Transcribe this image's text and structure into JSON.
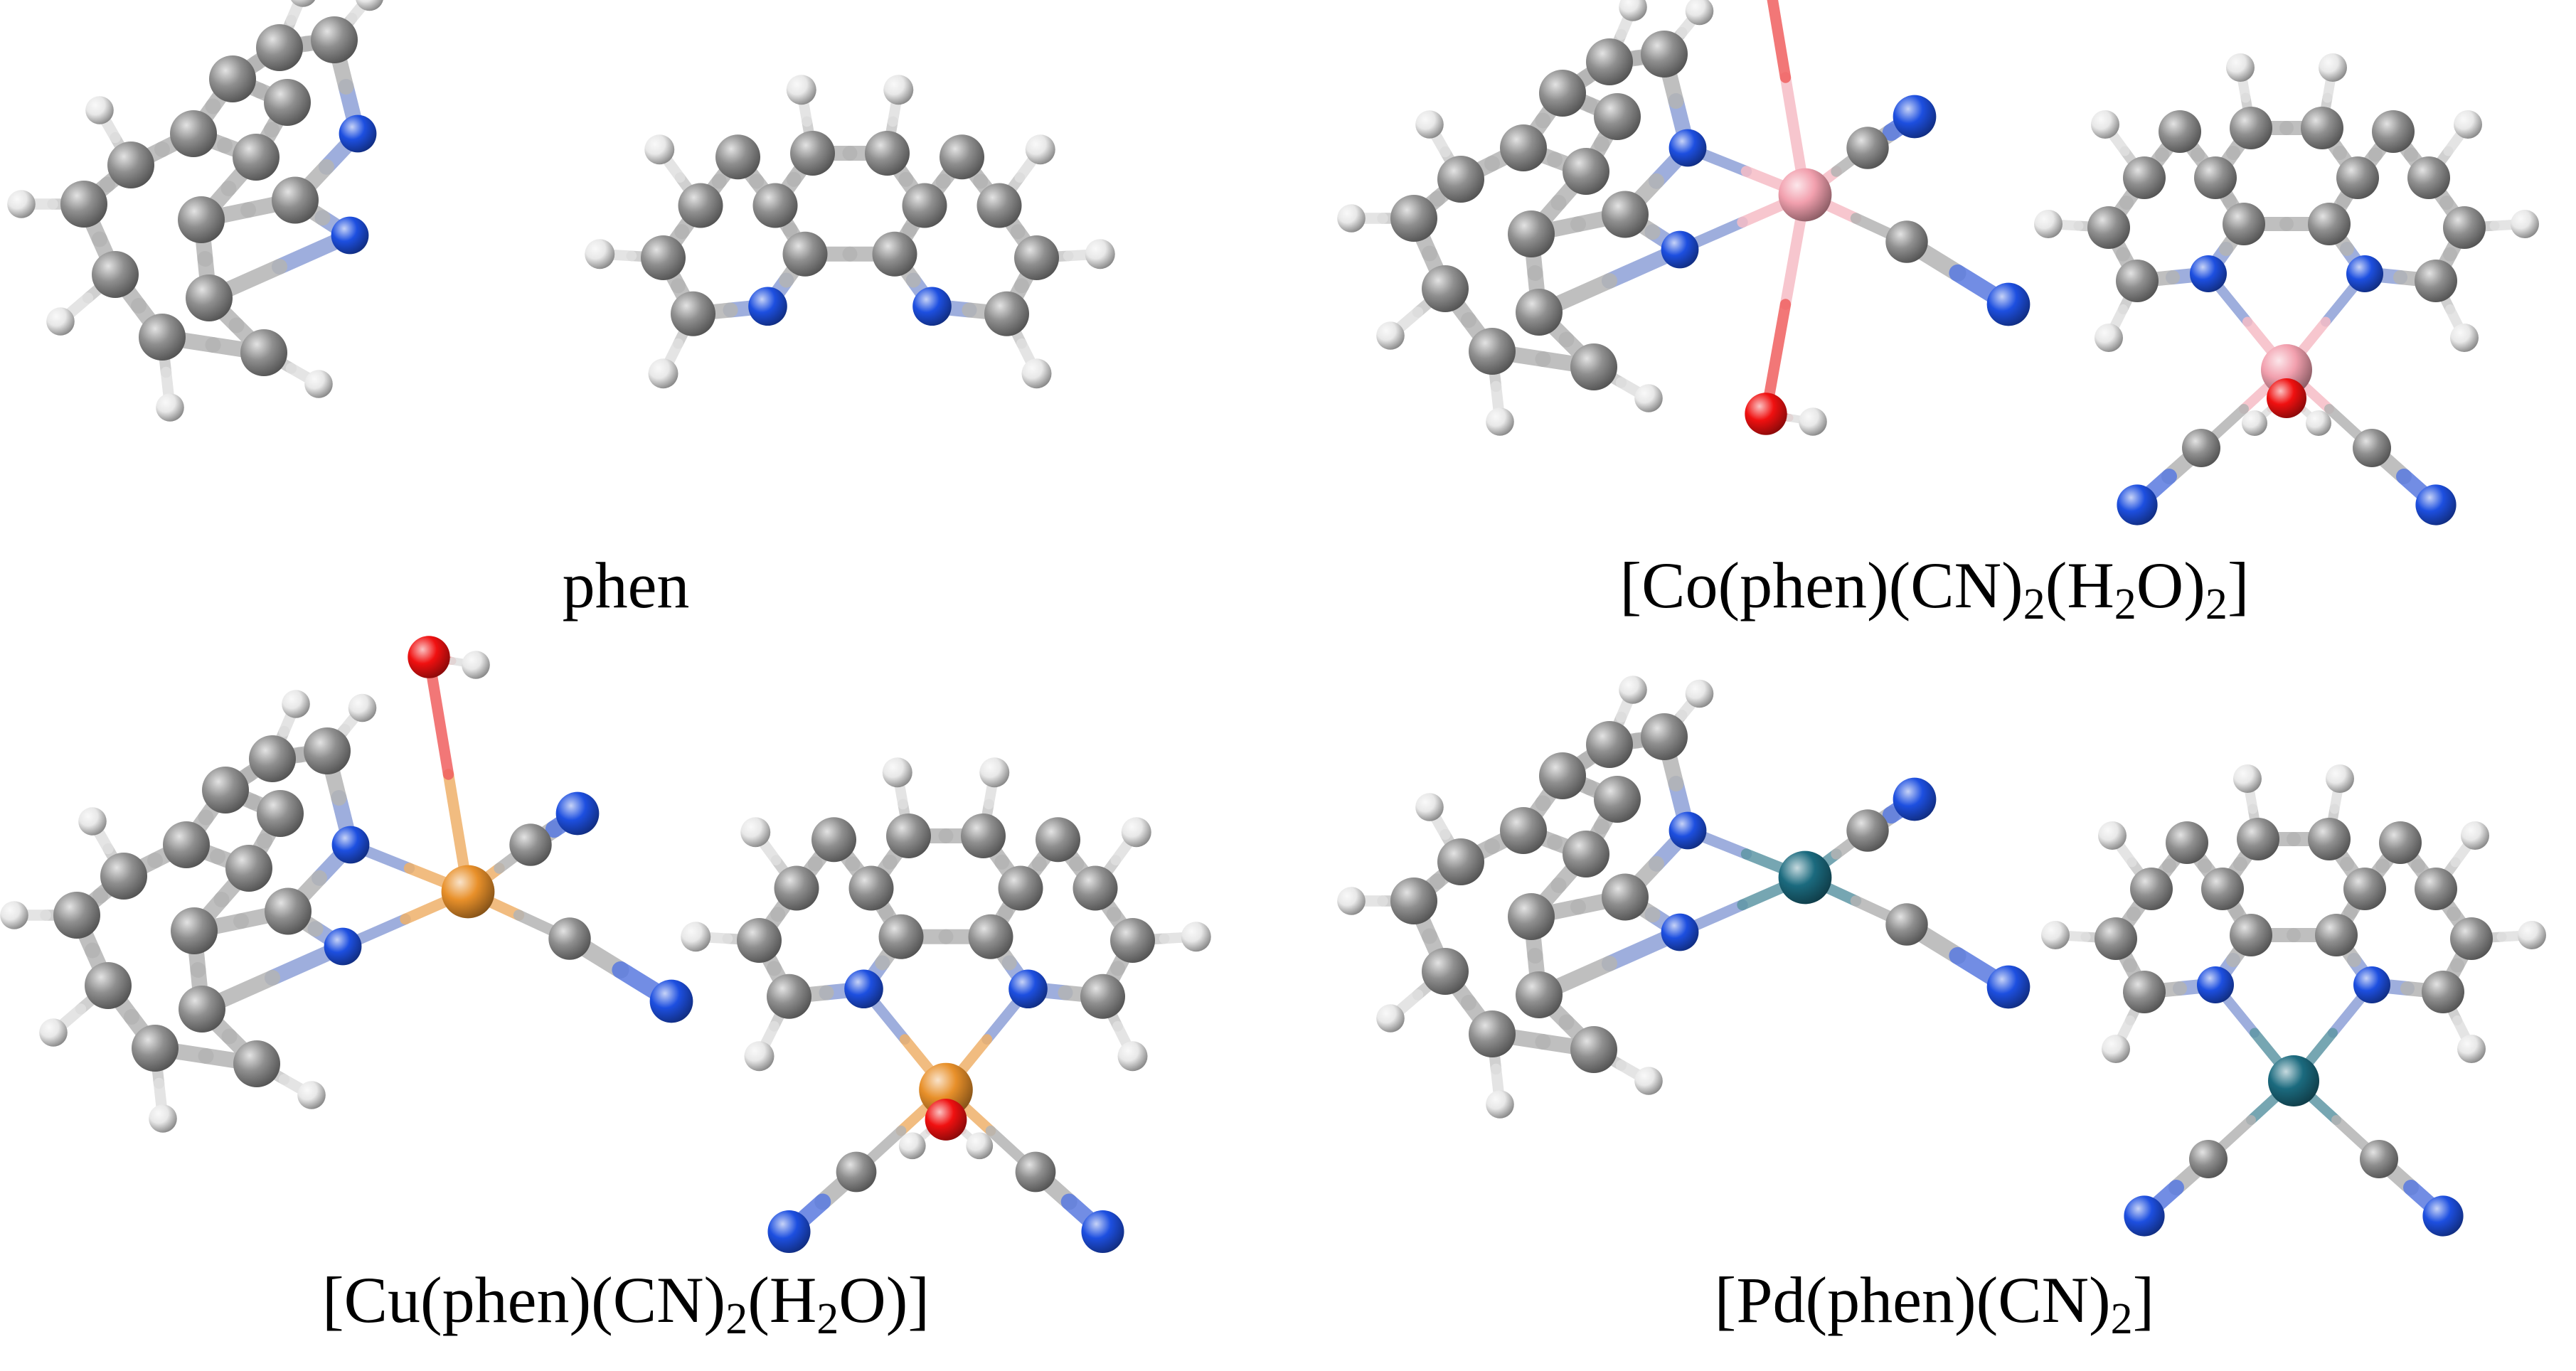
{
  "figure": {
    "panels": [
      {
        "id": "phen",
        "label_parts": [
          {
            "t": "phen"
          }
        ],
        "side": {
          "metal": null,
          "axial": "none"
        },
        "front": {
          "metal": null
        }
      },
      {
        "id": "co",
        "label_parts": [
          {
            "t": "[Co(phen)(CN)"
          },
          {
            "s": "2"
          },
          {
            "t": "(H"
          },
          {
            "s": "2"
          },
          {
            "t": "O)"
          },
          {
            "s": "2"
          },
          {
            "t": "]"
          }
        ],
        "side": {
          "metal": "#f2a0ae",
          "axial": "both"
        },
        "front": {
          "metal": "#f2a0ae",
          "axial": "both"
        }
      },
      {
        "id": "cu",
        "label_parts": [
          {
            "t": "[Cu(phen)(CN)"
          },
          {
            "s": "2"
          },
          {
            "t": "(H"
          },
          {
            "s": "2"
          },
          {
            "t": "O)]"
          }
        ],
        "side": {
          "metal": "#e8902a",
          "axial": "up"
        },
        "front": {
          "metal": "#e8902a",
          "axial": "behind"
        }
      },
      {
        "id": "pd",
        "label_parts": [
          {
            "t": "[Pd(phen)(CN)"
          },
          {
            "s": "2"
          },
          {
            "t": "]"
          }
        ],
        "side": {
          "metal": "#1b6a7e",
          "axial": "none"
        },
        "front": {
          "metal": "#1b6a7e",
          "axial": "none"
        }
      }
    ],
    "atom_colors": {
      "C": "#8f8f8f",
      "N": "#1d4fe0",
      "H": "#e8e8e8",
      "O": "#f01010"
    }
  }
}
